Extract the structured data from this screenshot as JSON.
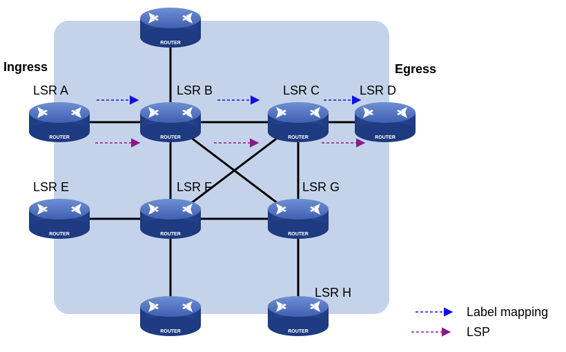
{
  "labels": {
    "ingress": "Ingress",
    "egress": "Egress"
  },
  "router_caption": "ROUTER",
  "routers": [
    {
      "id": "top",
      "label": ""
    },
    {
      "id": "a",
      "label": "LSR A"
    },
    {
      "id": "b",
      "label": "LSR B"
    },
    {
      "id": "c",
      "label": "LSR C"
    },
    {
      "id": "d",
      "label": "LSR D"
    },
    {
      "id": "e",
      "label": "LSR E"
    },
    {
      "id": "f",
      "label": "LSR F"
    },
    {
      "id": "g",
      "label": "LSR G"
    },
    {
      "id": "h",
      "label": "LSR H"
    },
    {
      "id": "bottom1",
      "label": ""
    }
  ],
  "legend": {
    "label_mapping": "Label mapping",
    "lsp": "LSP"
  },
  "colors": {
    "panel": "#c5d3ea",
    "router_body": "#2b4c9c",
    "router_top": "#5a7cc8",
    "link": "#000000",
    "label_mapping_arrow": "#1010e0",
    "lsp_arrow": "#8a1a8a"
  }
}
